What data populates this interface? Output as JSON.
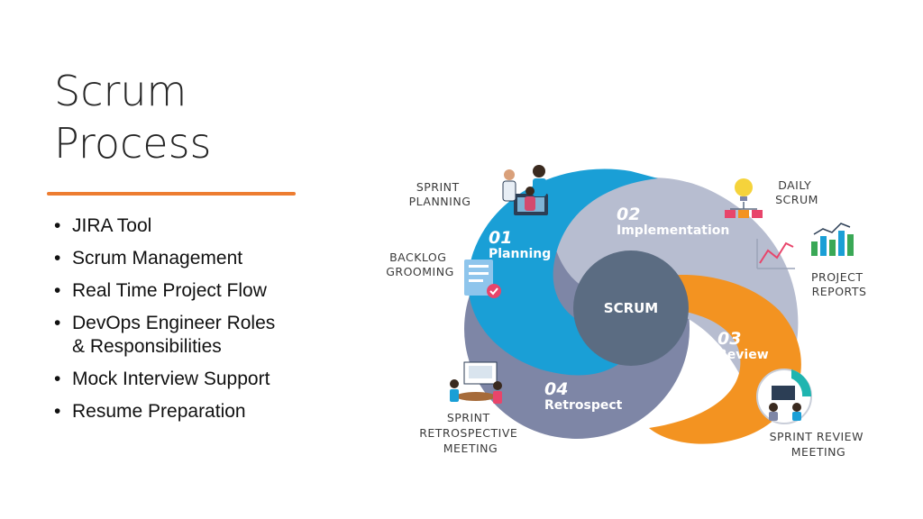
{
  "slide": {
    "title_lines": [
      "Scrum",
      "Process"
    ],
    "accent_color": "#ed7d31",
    "bullets": [
      [
        "JIRA Tool"
      ],
      [
        "Scrum Management"
      ],
      [
        "Real Time Project Flow"
      ],
      [
        "DevOps Engineer Roles",
        "& Responsibilities"
      ],
      [
        "Mock Interview Support"
      ],
      [
        "Resume Preparation"
      ]
    ]
  },
  "diagram": {
    "center": "SCRUM",
    "stages": [
      {
        "num": "01",
        "name": "Planning",
        "color": "#1a9fd6"
      },
      {
        "num": "02",
        "name": "Implementation",
        "color": "#b7bdd0"
      },
      {
        "num": "03",
        "name": "Review",
        "color": "#f39321"
      },
      {
        "num": "04",
        "name": "Retrospect",
        "color": "#7e86a6"
      }
    ],
    "labels": {
      "sprint_planning": [
        "SPRINT",
        "PLANNING"
      ],
      "backlog_grooming": [
        "BACKLOG",
        "GROOMING"
      ],
      "daily_scrum": [
        "DAILY",
        "SCRUM"
      ],
      "project_reports": [
        "PROJECT",
        "REPORTS"
      ],
      "sprint_retrospective": [
        "SPRINT",
        "RETROSPECTIVE",
        "MEETING"
      ],
      "sprint_review": [
        "SPRINT REVIEW",
        "MEETING"
      ]
    },
    "icons": [
      "team-planning-icon",
      "checklist-icon",
      "lightbulb-hierarchy-icon",
      "line-chart-icon",
      "bar-chart-icon",
      "meeting-icon",
      "review-meeting-icon"
    ]
  }
}
